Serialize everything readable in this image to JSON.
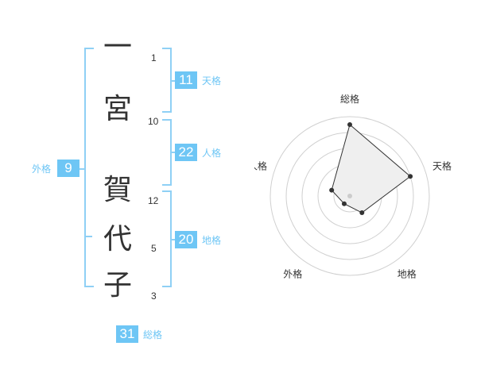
{
  "name": {
    "characters": [
      {
        "char": "一",
        "strokes": "1"
      },
      {
        "char": "宮",
        "strokes": "10"
      },
      {
        "char": "賀",
        "strokes": "12"
      },
      {
        "char": "代",
        "strokes": "5"
      },
      {
        "char": "子",
        "strokes": "3"
      }
    ]
  },
  "fortune": {
    "ten": {
      "value": "11",
      "label": "天格"
    },
    "jin": {
      "value": "22",
      "label": "人格"
    },
    "chi": {
      "value": "20",
      "label": "地格"
    },
    "gai": {
      "value": "9",
      "label": "外格"
    },
    "sou": {
      "value": "31",
      "label": "総格"
    }
  },
  "colors": {
    "accent": "#6ec6f5",
    "bracket": "#8fd0f5",
    "text": "#333333"
  },
  "chart_data": {
    "type": "radar",
    "axes": [
      "総格",
      "天格",
      "地格",
      "外格",
      "人格"
    ],
    "max": 5,
    "values": [
      4.5,
      4,
      1.3,
      0.6,
      1.2
    ],
    "rings": 5
  }
}
